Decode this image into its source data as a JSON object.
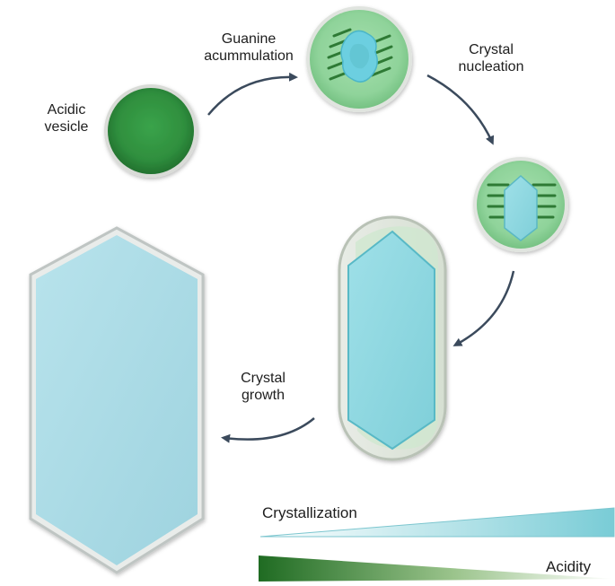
{
  "labels": {
    "acidic_vesicle_line1": "Acidic",
    "acidic_vesicle_line2": "vesicle",
    "guanine_line1": "Guanine",
    "guanine_line2": "acummulation",
    "nucleation_line1": "Crystal",
    "nucleation_line2": "nucleation",
    "growth_line1": "Crystal",
    "growth_line2": "growth",
    "crystallization": "Crystallization",
    "acidity": "Acidity"
  },
  "colors": {
    "vesicle_dark_green": "#2f8f3e",
    "vesicle_light_green": "#8fd39a",
    "crystal_cyan": "#7fd4dd",
    "crystal_cyan_light": "#c7ecf0",
    "large_crystal_blue": "#a9dbe6",
    "arrow": "#3b4a5c",
    "acidity_dark": "#1f6b22"
  }
}
